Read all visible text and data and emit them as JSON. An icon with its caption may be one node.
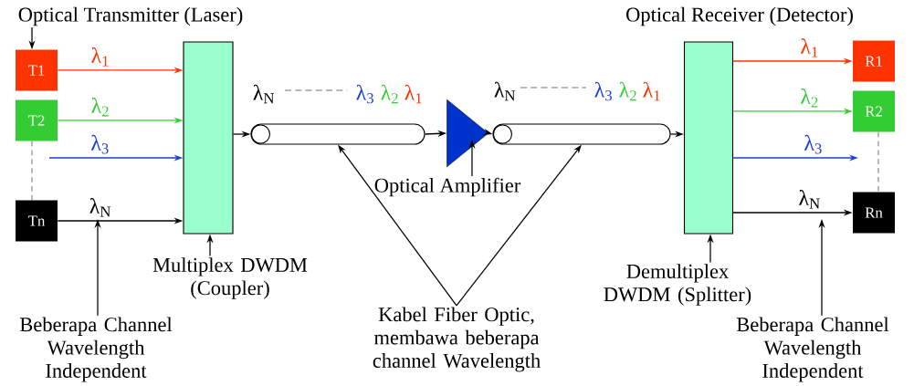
{
  "diagram": {
    "nodes": [
      {
        "text": [
          "Optical Transmitter (Laser)"
        ]
      },
      {
        "text": [
          "T1"
        ]
      },
      {
        "text": [
          "T2"
        ]
      },
      {
        "text": [
          "Tn"
        ]
      },
      {
        "text": [],
        "shape": "box"
      },
      {
        "text": [
          "Multiplex DWDM (Coupler)"
        ]
      },
      {
        "text": [
          "Beberapa Channel Wavelength Independent"
        ]
      },
      {
        "text": [],
        "shape": "cylinder"
      },
      {
        "text": [],
        "shape": "triangle"
      },
      {
        "text": [
          "Optical Amplifier"
        ]
      },
      {
        "text": [],
        "shape": "cylinder"
      },
      {
        "text": [
          "Kabel Fiber Optic, membawa beberapa channel Wavelength"
        ]
      },
      {
        "text": [],
        "shape": "box"
      },
      {
        "text": [
          "Demultiplex DWDM (Splitter)"
        ]
      },
      {
        "text": [
          "R1"
        ]
      },
      {
        "text": [
          "R2"
        ]
      },
      {
        "text": [
          "Rn"
        ]
      },
      {
        "text": [
          "Beberapa Channel Wavelength Independent"
        ]
      }
    ],
    "edges": [
      {
        "from": 0,
        "to": 1,
        "arrow": "to"
      },
      {
        "from": 1,
        "to": 4,
        "arrow": "to",
        "label": "λ$_{1}$",
        "color": "#ff3300"
      },
      {
        "from": 2,
        "to": 4,
        "arrow": "to",
        "label": "λ$_{2}$",
        "color": "#33cc33"
      },
      {
        "from": null,
        "to": 4,
        "arrow": "to",
        "label": "λ$_{3}$",
        "color": "#1a3fd4"
      },
      {
        "from": 3,
        "to": 4,
        "arrow": "to",
        "label": "λ$_{N}$"
      },
      {
        "from": 2,
        "to": 3,
        "arrow": "none",
        "style": "dashed"
      },
      {
        "from": 4,
        "to": 7,
        "arrow": "to"
      },
      {
        "from": 7,
        "to": 8,
        "arrow": "to"
      },
      {
        "from": 8,
        "to": 10,
        "arrow": "to"
      },
      {
        "from": 10,
        "to": 12,
        "arrow": "to"
      },
      {
        "from": 12,
        "to": 14,
        "arrow": "to",
        "label": "λ$_{1}$",
        "color": "#ff3300"
      },
      {
        "from": 12,
        "to": 15,
        "arrow": "to",
        "label": "λ$_{2}$",
        "color": "#33cc33"
      },
      {
        "from": 12,
        "to": null,
        "arrow": "to",
        "label": "λ$_{3}$",
        "color": "#1a3fd4"
      },
      {
        "from": 12,
        "to": 16,
        "arrow": "to",
        "label": "λ$_{N}$"
      },
      {
        "from": 15,
        "to": 16,
        "arrow": "none",
        "style": "dashed"
      },
      {
        "from": 5,
        "to": 4,
        "arrow": "to"
      },
      {
        "from": 6,
        "to": null,
        "arrow": "to"
      },
      {
        "from": 9,
        "to": 8,
        "arrow": "to"
      },
      {
        "from": 11,
        "to": 7,
        "arrow": "to"
      },
      {
        "from": 11,
        "to": 10,
        "arrow": "to"
      },
      {
        "from": 13,
        "to": 12,
        "arrow": "to"
      },
      {
        "from": 17,
        "to": null,
        "arrow": "to"
      }
    ],
    "labels": [
      "Optical Receiver (Detector)",
      "λ$_{N}$",
      "λ$_{3}$",
      "λ$_{2}$",
      "λ$_{1}$",
      "λ$_{N}$",
      "λ$_{3}$",
      "λ$_{2}$",
      "λ$_{1}$"
    ]
  }
}
